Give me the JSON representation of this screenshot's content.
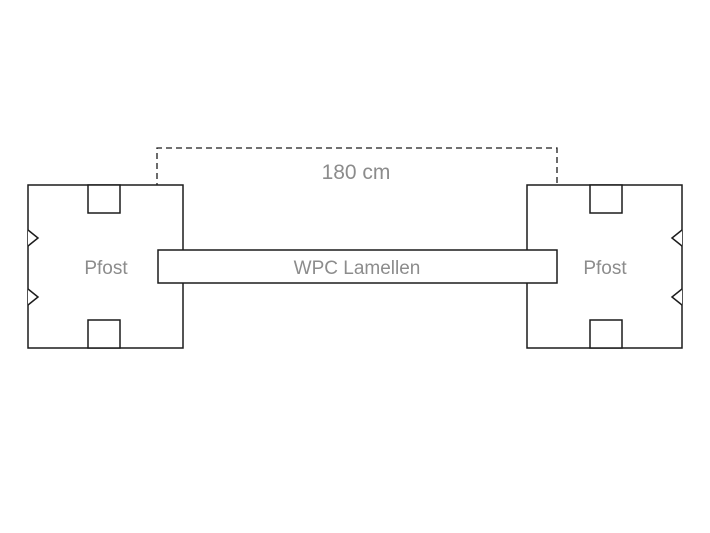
{
  "diagram": {
    "dimension_label": "180 cm",
    "rail_label": "WPC Lamellen",
    "left_post_label": "Pfost",
    "right_post_label": "Pfost"
  },
  "colors": {
    "line": "#1c1c1c",
    "text": "#8c8c8c",
    "background": "#ffffff"
  }
}
